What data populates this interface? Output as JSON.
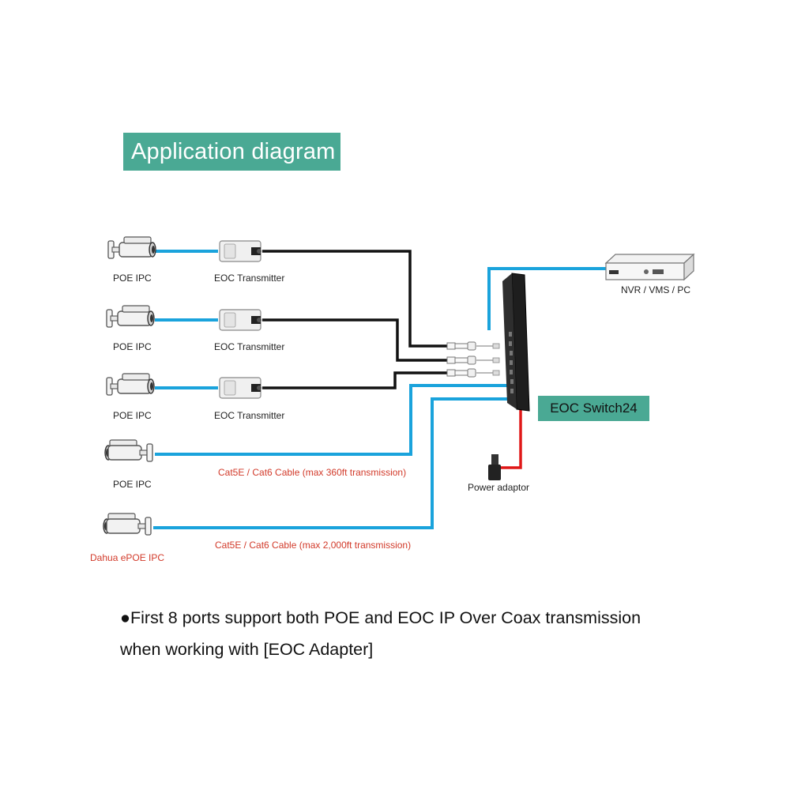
{
  "title": "Application diagram",
  "colors": {
    "title_bg": "#4aa994",
    "switch_bg": "#4aa994",
    "ethernet_line": "#1aa3dc",
    "coax_line": "#111111",
    "power_line": "#e01818",
    "label_red": "#d23a2a"
  },
  "devices": {
    "cameras": [
      {
        "label": "POE IPC",
        "icon": "bullet-camera-icon"
      },
      {
        "label": "POE IPC",
        "icon": "bullet-camera-icon"
      },
      {
        "label": "POE IPC",
        "icon": "bullet-camera-icon"
      },
      {
        "label": "POE IPC",
        "icon": "bullet-camera-icon"
      },
      {
        "label": "Dahua ePOE IPC",
        "icon": "bullet-camera-icon"
      }
    ],
    "transmitters": [
      {
        "label": "EOC Transmitter",
        "icon": "eoc-transmitter-icon"
      },
      {
        "label": "EOC Transmitter",
        "icon": "eoc-transmitter-icon"
      },
      {
        "label": "EOC Transmitter",
        "icon": "eoc-transmitter-icon"
      }
    ],
    "switch_label": "EOC Switch24",
    "nvr_label": "NVR / VMS / PC",
    "power_label": "Power adaptor"
  },
  "cables": {
    "cat_360": "Cat5E / Cat6 Cable (max 360ft transmission)",
    "cat_2000": "Cat5E / Cat6 Cable (max 2,000ft transmission)"
  },
  "note": {
    "bullet": "●",
    "line1": "First 8 ports support both POE and EOC IP Over Coax transmission",
    "line2": "when working with [EOC Adapter]"
  }
}
